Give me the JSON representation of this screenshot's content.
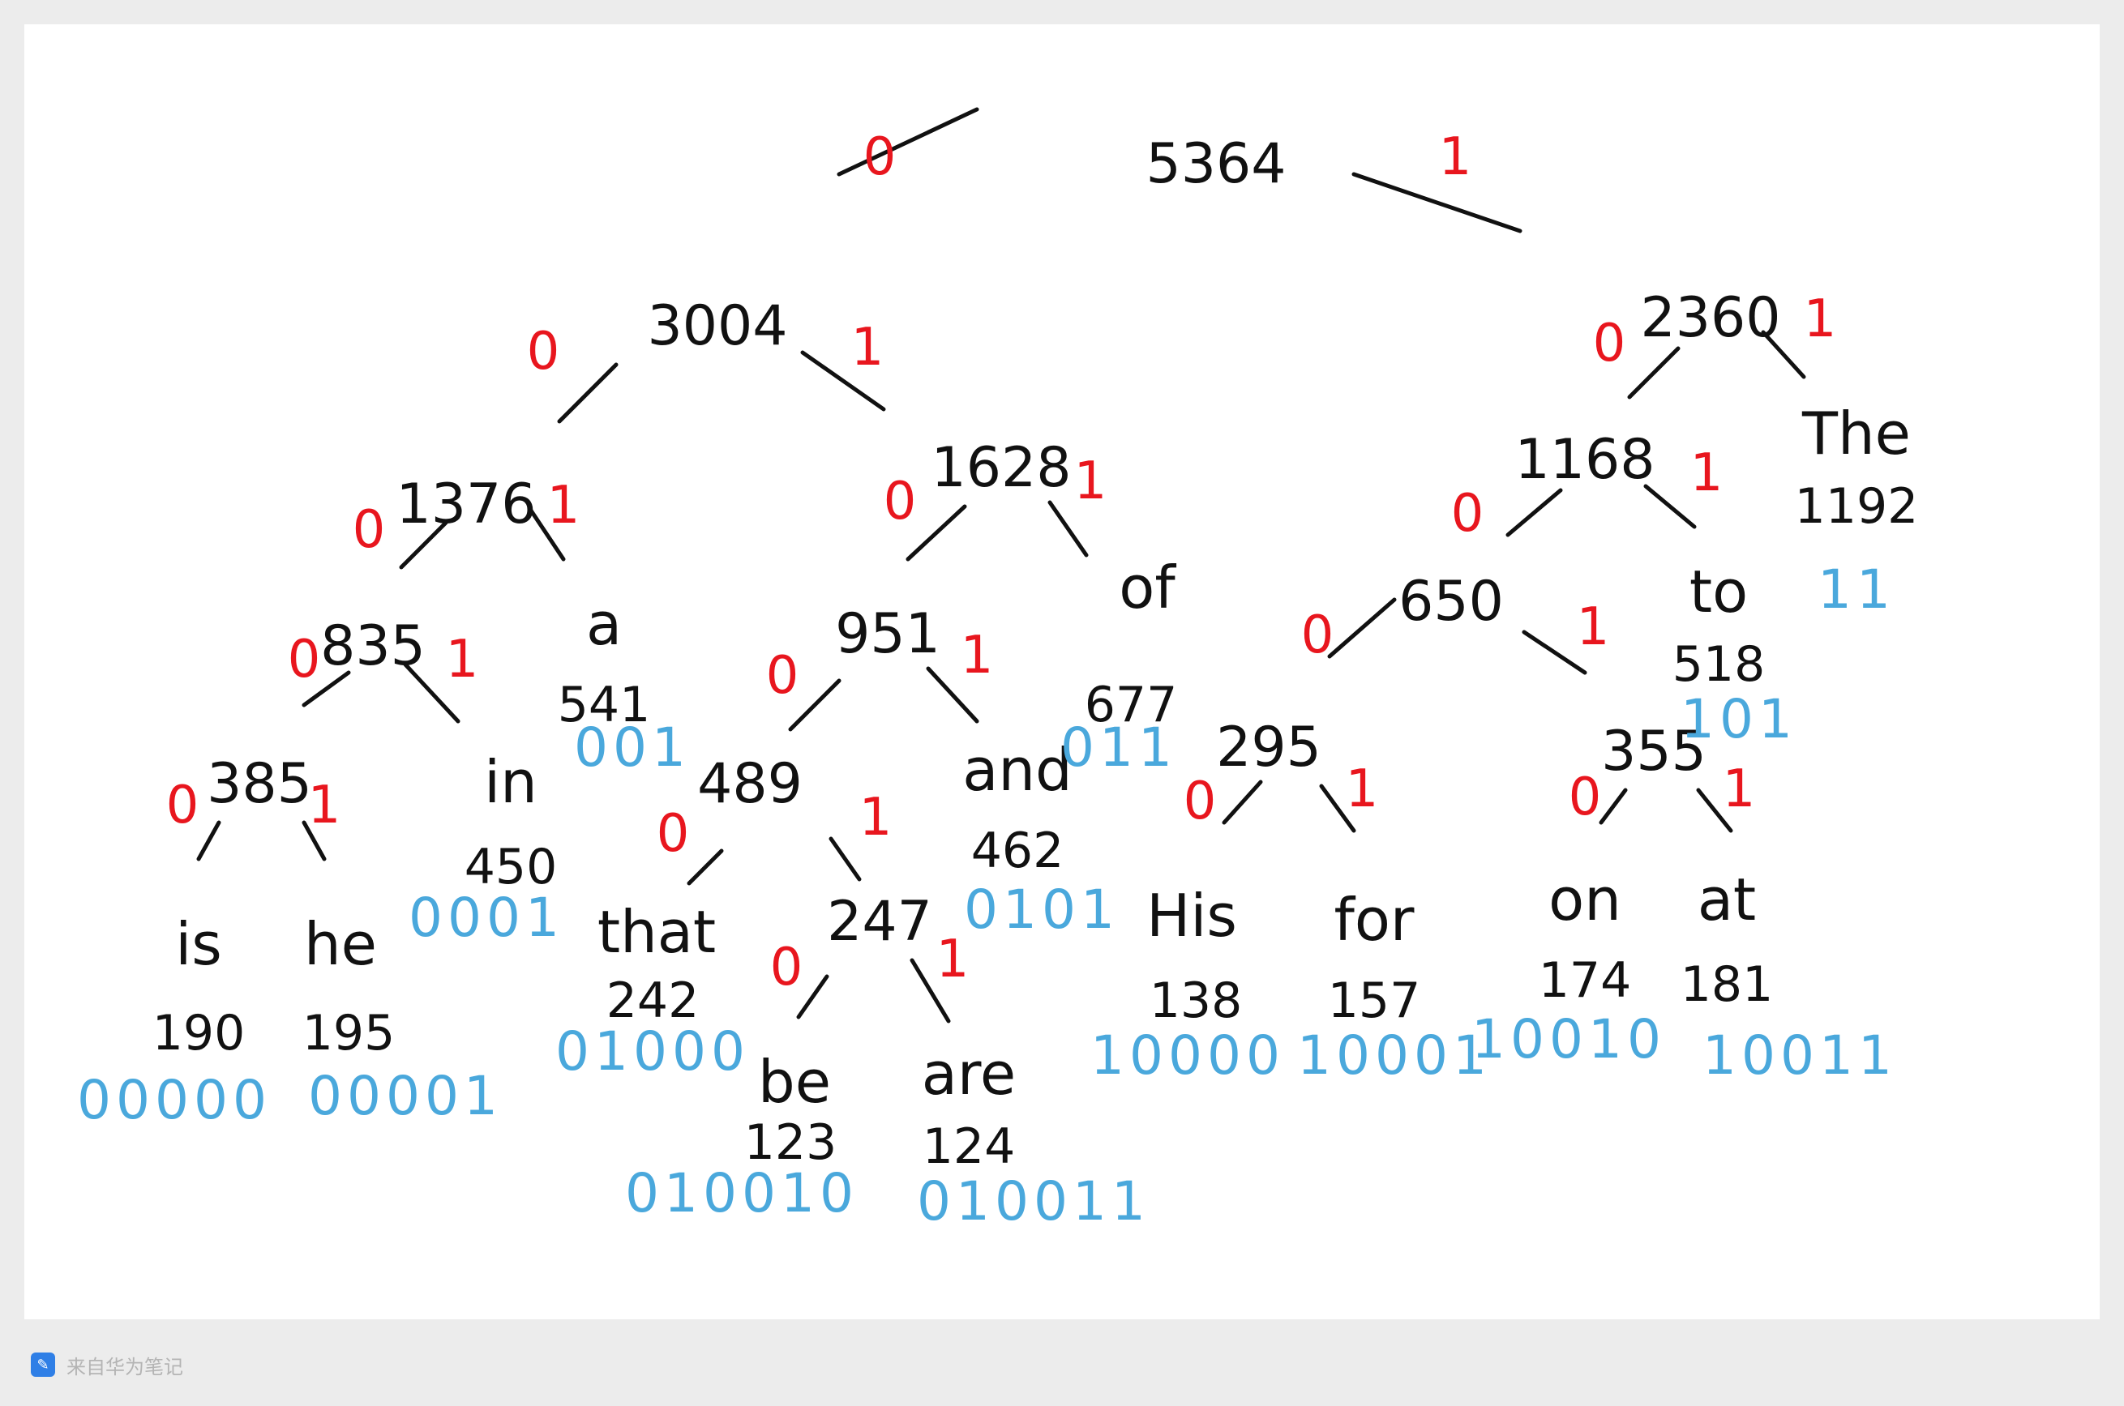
{
  "diagram": {
    "nodes": [
      {
        "id": "root",
        "text": "5364"
      },
      {
        "id": "n3004",
        "text": "3004"
      },
      {
        "id": "n2360",
        "text": "2360"
      },
      {
        "id": "n1376",
        "text": "1376"
      },
      {
        "id": "n1628",
        "text": "1628"
      },
      {
        "id": "n1168",
        "text": "1168"
      },
      {
        "id": "n835",
        "text": "835"
      },
      {
        "id": "n951",
        "text": "951"
      },
      {
        "id": "n650",
        "text": "650"
      },
      {
        "id": "n385",
        "text": "385"
      },
      {
        "id": "n489",
        "text": "489"
      },
      {
        "id": "n295",
        "text": "295"
      },
      {
        "id": "n355",
        "text": "355"
      },
      {
        "id": "n247",
        "text": "247"
      }
    ],
    "leaves": [
      {
        "id": "is",
        "word": "is",
        "count": "190",
        "code": "00000"
      },
      {
        "id": "he",
        "word": "he",
        "count": "195",
        "code": "00001"
      },
      {
        "id": "in",
        "word": "in",
        "count": "450",
        "code": "0001"
      },
      {
        "id": "a",
        "word": "a",
        "count": "541",
        "code": "001"
      },
      {
        "id": "that",
        "word": "that",
        "count": "242",
        "code": "01000"
      },
      {
        "id": "be",
        "word": "be",
        "count": "123",
        "code": "010010"
      },
      {
        "id": "are",
        "word": "are",
        "count": "124",
        "code": "010011"
      },
      {
        "id": "and",
        "word": "and",
        "count": "462",
        "code": "0101"
      },
      {
        "id": "of",
        "word": "of",
        "count": "677",
        "code": "011"
      },
      {
        "id": "His",
        "word": "His",
        "count": "138",
        "code": "10000"
      },
      {
        "id": "for",
        "word": "for",
        "count": "157",
        "code": "10001"
      },
      {
        "id": "on",
        "word": "on",
        "count": "174",
        "code": "10010"
      },
      {
        "id": "at",
        "word": "at",
        "count": "181",
        "code": "10011"
      },
      {
        "id": "to",
        "word": "to",
        "count": "518",
        "code": "101"
      },
      {
        "id": "The",
        "word": "The",
        "count": "1192",
        "code": "11"
      }
    ],
    "edges": [
      {
        "from": "root",
        "to": "n3004",
        "bit": "0"
      },
      {
        "from": "root",
        "to": "n2360",
        "bit": "1"
      },
      {
        "from": "n3004",
        "to": "n1376",
        "bit": "0"
      },
      {
        "from": "n3004",
        "to": "n1628",
        "bit": "1"
      },
      {
        "from": "n1376",
        "to": "n835",
        "bit": "0"
      },
      {
        "from": "n1376",
        "to": "a",
        "bit": "1"
      },
      {
        "from": "n835",
        "to": "n385",
        "bit": "0"
      },
      {
        "from": "n835",
        "to": "in",
        "bit": "1"
      },
      {
        "from": "n385",
        "to": "is",
        "bit": "0"
      },
      {
        "from": "n385",
        "to": "he",
        "bit": "1"
      },
      {
        "from": "n1628",
        "to": "n951",
        "bit": "0"
      },
      {
        "from": "n1628",
        "to": "of",
        "bit": "1"
      },
      {
        "from": "n951",
        "to": "n489",
        "bit": "0"
      },
      {
        "from": "n951",
        "to": "and",
        "bit": "1"
      },
      {
        "from": "n489",
        "to": "that",
        "bit": "0"
      },
      {
        "from": "n489",
        "to": "n247",
        "bit": "1"
      },
      {
        "from": "n247",
        "to": "be",
        "bit": "0"
      },
      {
        "from": "n247",
        "to": "are",
        "bit": "1"
      },
      {
        "from": "n2360",
        "to": "n1168",
        "bit": "0"
      },
      {
        "from": "n2360",
        "to": "The",
        "bit": "1"
      },
      {
        "from": "n1168",
        "to": "n650",
        "bit": "0"
      },
      {
        "from": "n1168",
        "to": "to",
        "bit": "1"
      },
      {
        "from": "n650",
        "to": "n295",
        "bit": "0"
      },
      {
        "from": "n650",
        "to": "n355",
        "bit": "1"
      },
      {
        "from": "n295",
        "to": "His",
        "bit": "0"
      },
      {
        "from": "n295",
        "to": "for",
        "bit": "1"
      },
      {
        "from": "n355",
        "to": "on",
        "bit": "0"
      },
      {
        "from": "n355",
        "to": "at",
        "bit": "1"
      }
    ]
  },
  "colors": {
    "edge": "#111111",
    "bit": "#e8161e",
    "code": "#4aa8dc"
  },
  "footer": {
    "app_icon": "notes-app-icon",
    "label": "来自华为笔记"
  }
}
